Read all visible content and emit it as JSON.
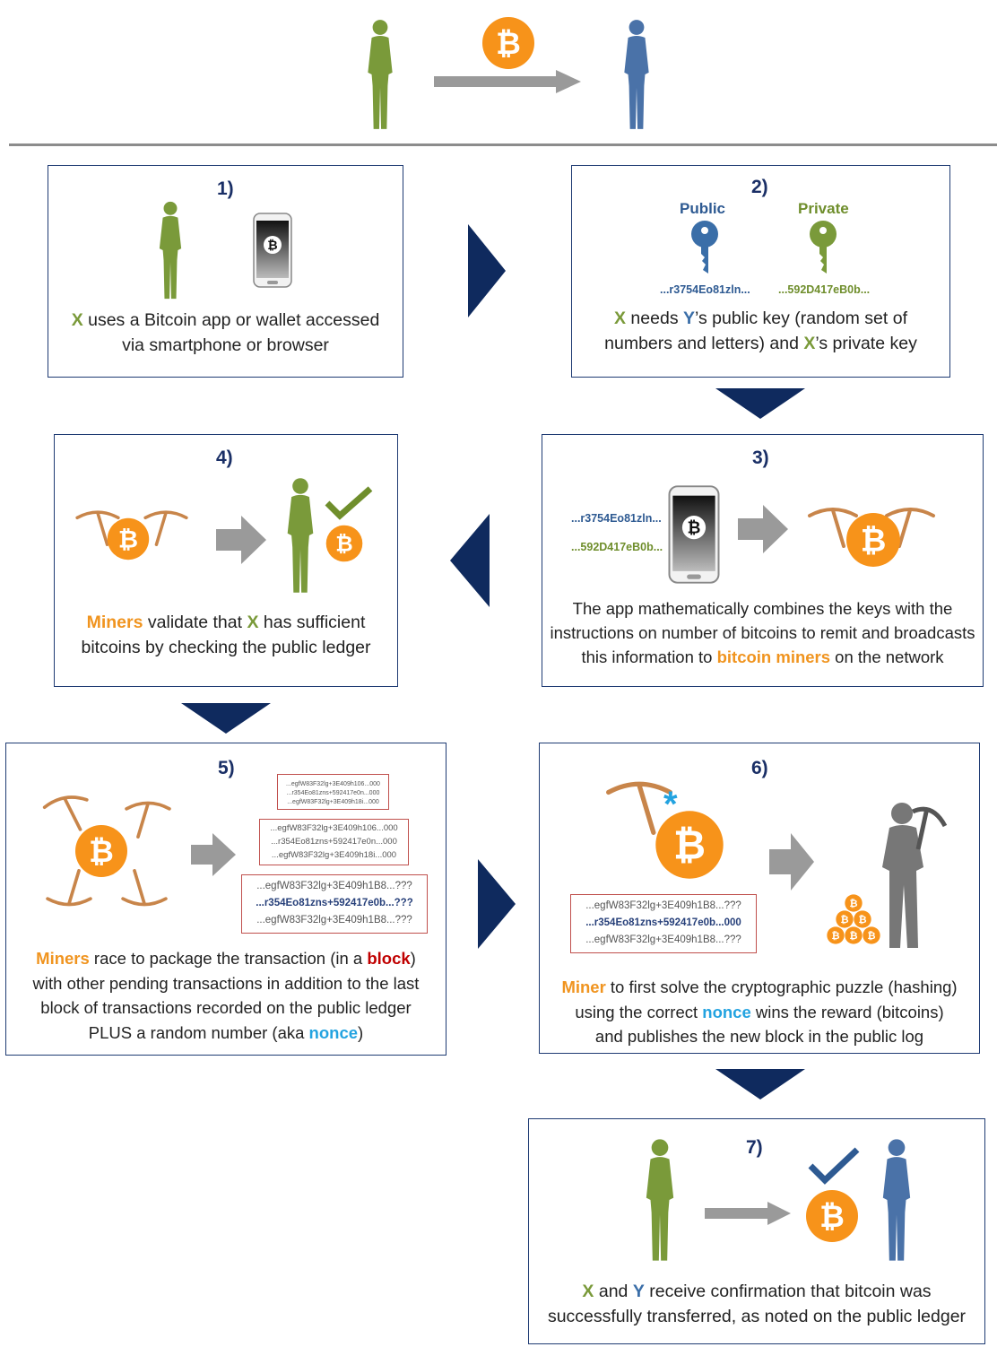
{
  "steps": {
    "s1": {
      "num": "1)"
    },
    "s2": {
      "num": "2)",
      "public_label": "Public",
      "private_label": "Private",
      "public_key": "...r3754Eo81zln...",
      "private_key": "...592D417eB0b..."
    },
    "s3": {
      "num": "3)",
      "public_key": "...r3754Eo81zln...",
      "private_key": "...592D417eB0b..."
    },
    "s4": {
      "num": "4)"
    },
    "s5": {
      "num": "5)",
      "block_small": [
        "...egfW83F32lg+3E409h106...000",
        "...r354Eo81zns+592417e0n...000",
        "...egfW83F32lg+3E409h18i...000"
      ],
      "block_mid": [
        "...egfW83F32lg+3E409h106...000",
        "...r354Eo81zns+592417e0n...000",
        "...egfW83F32lg+3E409h18i...000"
      ],
      "block_big": [
        "...egfW83F32lg+3E409h1B8...???",
        "...r354Eo81zns+592417e0b...???",
        "...egfW83F32lg+3E409h1B8...???"
      ]
    },
    "s6": {
      "num": "6)",
      "block": [
        "...egfW83F32lg+3E409h1B8...???",
        "...r354Eo81zns+592417e0b...000",
        "...egfW83F32lg+3E409h1B8...???"
      ]
    },
    "s7": {
      "num": "7)"
    }
  },
  "captions": {
    "c1": [
      "X",
      " uses a Bitcoin app or wallet accessed",
      "via smartphone or browser"
    ],
    "c2": [
      "X",
      " needs ",
      "Y",
      "’s public key (random set of",
      "numbers and letters) and ",
      "X",
      "’s private key"
    ],
    "c3": [
      "The app mathematically combines the keys with the",
      "instructions on number of bitcoins to remit and broadcasts",
      "this information to ",
      "bitcoin miners",
      " on the network"
    ],
    "c4": [
      "Miners",
      " validate that ",
      "X",
      " has sufficient",
      "bitcoins by checking the public ledger"
    ],
    "c5": [
      "Miners",
      " race to package the transaction (in a ",
      "block",
      ")",
      "with other pending transactions in addition to the last",
      "block of transactions recorded on the public ledger",
      "PLUS a random number (aka ",
      "nonce",
      ")"
    ],
    "c6": [
      "Miner",
      " to first solve the cryptographic puzzle (hashing)",
      "using the correct ",
      "nonce",
      " wins the reward (bitcoins)",
      "and publishes the new block in the public log"
    ],
    "c7": [
      "X",
      " and ",
      "Y",
      " receive confirmation that bitcoin was",
      "successfully transferred, as noted on the public ledger"
    ]
  },
  "colors": {
    "person_x": "#7a9a3a",
    "person_y": "#4a72a8",
    "bitcoin": "#f7931a",
    "navy": "#0f2a5e",
    "gray_arrow": "#9a9a9a",
    "block_border": "#c0504d"
  },
  "icons": [
    "person-icon",
    "bitcoin-icon",
    "smartphone-icon",
    "key-icon",
    "pickaxe-icon",
    "checkmark-icon",
    "miner-icon",
    "arrow-icon"
  ]
}
